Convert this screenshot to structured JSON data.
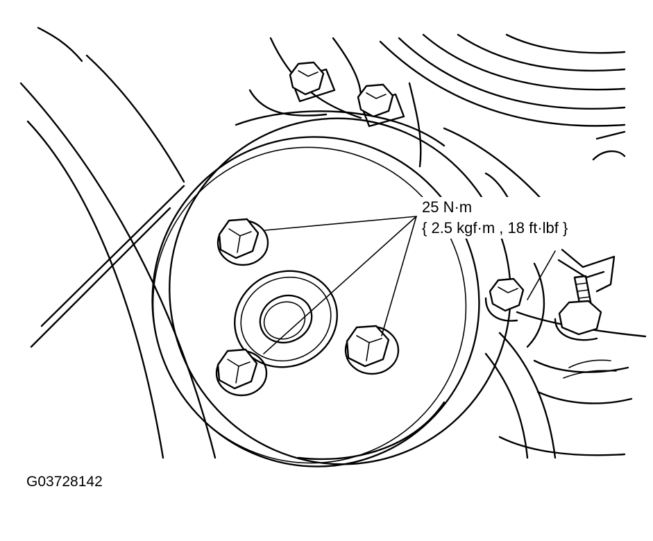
{
  "torque_callout": {
    "line1": "25 N·m",
    "line2": "{ 2.5 kgf·m , 18 ft·lbf }"
  },
  "figure_id": "G03728142"
}
